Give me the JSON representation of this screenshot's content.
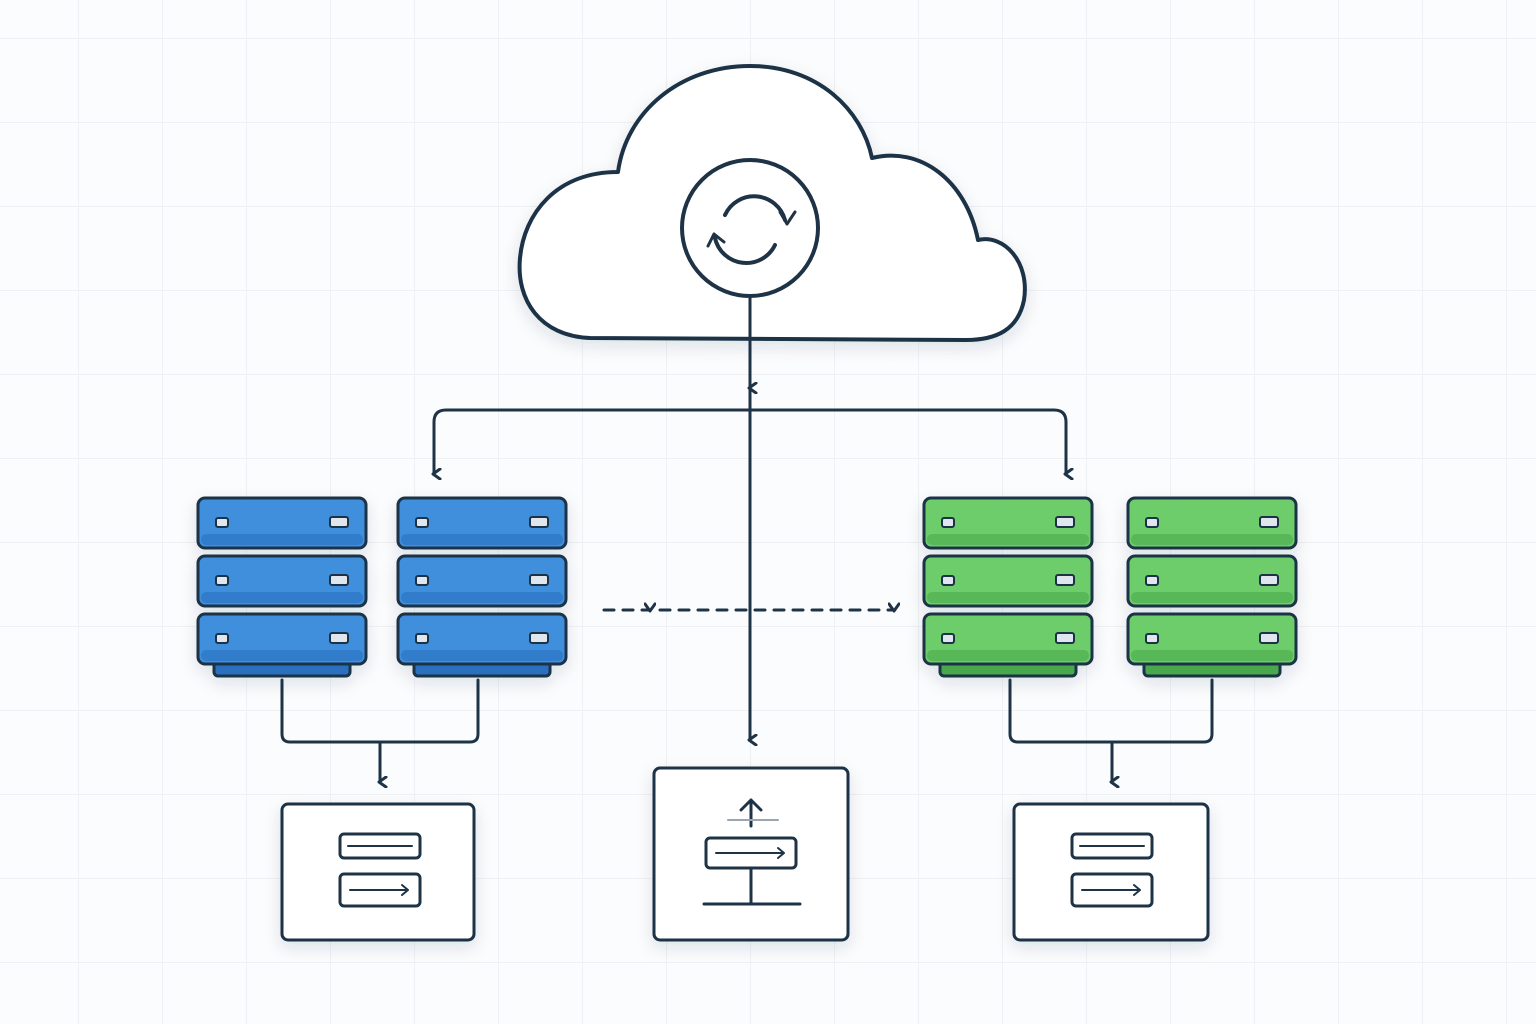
{
  "diagram": {
    "cloud": {
      "icon": "sync-icon"
    },
    "server_clusters": [
      {
        "name": "blue-cluster",
        "color": "#3f8fdc",
        "color_dark": "#2a6fbe",
        "racks": 2,
        "units_per_rack": 3
      },
      {
        "name": "green-cluster",
        "color": "#6ccd6a",
        "color_dark": "#4aa84b",
        "racks": 2,
        "units_per_rack": 3
      }
    ],
    "nodes": [
      {
        "name": "left-storage-box",
        "icon": "storage-list-icon"
      },
      {
        "name": "center-upload-box",
        "icon": "upload-terminal-icon"
      },
      {
        "name": "right-storage-box",
        "icon": "storage-list-icon"
      }
    ],
    "connections": [
      {
        "from": "cloud",
        "to": "blue-cluster",
        "style": "solid"
      },
      {
        "from": "cloud",
        "to": "green-cluster",
        "style": "solid"
      },
      {
        "from": "cloud",
        "to": "center-upload-box",
        "style": "solid"
      },
      {
        "from": "blue-cluster",
        "to": "green-cluster",
        "style": "dashed"
      },
      {
        "from": "blue-cluster",
        "to": "left-storage-box",
        "style": "solid"
      },
      {
        "from": "green-cluster",
        "to": "right-storage-box",
        "style": "solid"
      }
    ],
    "colors": {
      "ink": "#1e3346",
      "background": "#fbfcfd",
      "grid": "#eef1f4"
    }
  }
}
